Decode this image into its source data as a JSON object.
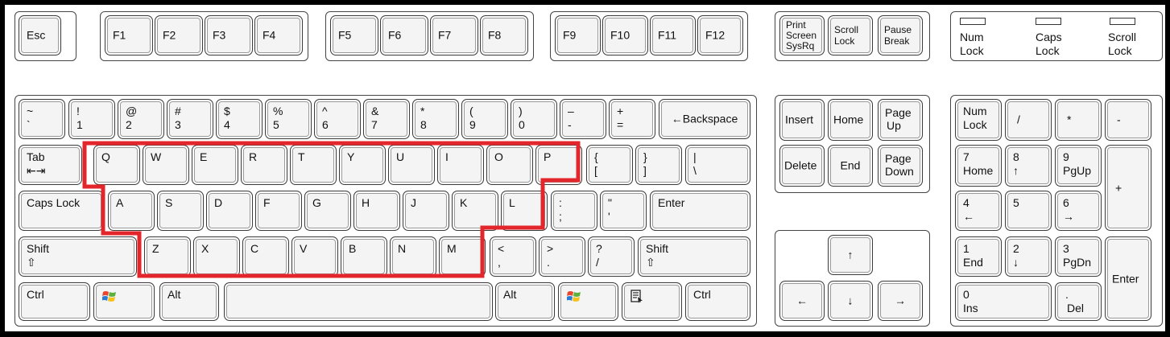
{
  "keys": {
    "esc": "Esc",
    "f1": "F1",
    "f2": "F2",
    "f3": "F3",
    "f4": "F4",
    "f5": "F5",
    "f6": "F6",
    "f7": "F7",
    "f8": "F8",
    "f9": "F9",
    "f10": "F10",
    "f11": "F11",
    "f12": "F12",
    "print_1": "Print",
    "print_2": "Screen",
    "print_3": "SysRq",
    "scroll_1": "Scroll",
    "scroll_2": "Lock",
    "pause_1": "Pause",
    "pause_2": "Break",
    "tilde_top": "~",
    "tilde_bot": "`",
    "n1_top": "!",
    "n1_bot": "1",
    "n2_top": "@",
    "n2_bot": "2",
    "n3_top": "#",
    "n3_bot": "3",
    "n4_top": "$",
    "n4_bot": "4",
    "n5_top": "%",
    "n5_bot": "5",
    "n6_top": "^",
    "n6_bot": "6",
    "n7_top": "&",
    "n7_bot": "7",
    "n8_top": "*",
    "n8_bot": "8",
    "n9_top": "(",
    "n9_bot": "9",
    "n0_top": ")",
    "n0_bot": "0",
    "minus_top": "–",
    "minus_bot": "-",
    "plus_top": "+",
    "plus_bot": "=",
    "backspace": "←Backspace",
    "tab": "Tab",
    "tab_arrow": "⇤⇥",
    "q": "Q",
    "w": "W",
    "e": "E",
    "r": "R",
    "t": "T",
    "y": "Y",
    "u": "U",
    "i": "I",
    "o": "O",
    "p": "P",
    "lbrace_top": "{",
    "lbrace_bot": "[",
    "rbrace_top": "}",
    "rbrace_bot": "]",
    "pipe_top": "|",
    "pipe_bot": "\\",
    "caps": "Caps Lock",
    "a": "A",
    "s": "S",
    "d": "D",
    "f": "F",
    "g": "G",
    "h": "H",
    "j": "J",
    "k": "K",
    "l": "L",
    "colon_top": ":",
    "colon_bot": ";",
    "quote_top": "\"",
    "quote_bot": "'",
    "enter": "Enter",
    "shift": "Shift",
    "shift_arrow": "⇧",
    "z": "Z",
    "x": "X",
    "c": "C",
    "v": "V",
    "b": "B",
    "n": "N",
    "m": "M",
    "lt_top": "<",
    "lt_bot": ",",
    "gt_top": ">",
    "gt_bot": ".",
    "q_top": "?",
    "q_bot": "/",
    "ctrl": "Ctrl",
    "alt": "Alt",
    "insert": "Insert",
    "home": "Home",
    "pageup_1": "Page",
    "pageup_2": "Up",
    "delete": "Delete",
    "end": "End",
    "pagedown_1": "Page",
    "pagedown_2": "Down",
    "arrow_up": "↑",
    "arrow_left": "←",
    "arrow_down": "↓",
    "arrow_right": "→",
    "numlock_1": "Num",
    "numlock_2": "Lock",
    "np_div": "/",
    "np_mul": "*",
    "np_minus": "-",
    "np_plus": "+",
    "np7_1": "7",
    "np7_2": "Home",
    "np8_1": "8",
    "np8_2": "↑",
    "np9_1": "9",
    "np9_2": "PgUp",
    "np4_1": "4",
    "np4_2": "←",
    "np5": "5",
    "np6_1": "6",
    "np6_2": "→",
    "np1_1": "1",
    "np1_2": "End",
    "np2_1": "2",
    "np2_2": "↓",
    "np3_1": "3",
    "np3_2": "PgDn",
    "np_enter": "Enter",
    "np0_1": "0",
    "np0_2": "Ins",
    "npdot_1": ".",
    "npdot_2": "Del"
  },
  "indicators": {
    "num_1": "Num",
    "num_2": "Lock",
    "caps_1": "Caps",
    "caps_2": "Lock",
    "scroll_1": "Scroll",
    "scroll_2": "Lock"
  },
  "colors": {
    "highlight": "#e3262b",
    "key_fill": "#f4f4f4",
    "border": "#3a3a3a"
  },
  "icons": {
    "windows": "windows-logo-icon",
    "menu": "menu-key-icon"
  }
}
